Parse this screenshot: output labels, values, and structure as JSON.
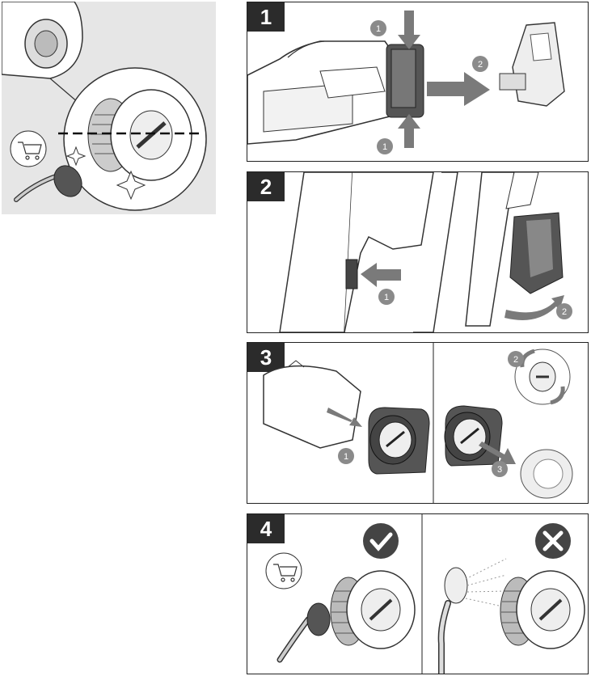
{
  "steps": [
    {
      "label": "1"
    },
    {
      "label": "2"
    },
    {
      "label": "3"
    },
    {
      "label": "4"
    }
  ],
  "callouts": {
    "s1": [
      "1",
      "1",
      "2"
    ],
    "s2": [
      "1",
      "2"
    ],
    "s3": [
      "1",
      "2",
      "3"
    ]
  },
  "icons": {
    "ok": "checkmark-icon",
    "not_ok": "cross-icon",
    "cart": "shopping-cart-icon"
  },
  "colors": {
    "badge": "#2b2b2b",
    "arrow": "#7a7a7a",
    "callout": "#8a8a8a",
    "intro_bg": "#e6e6e6"
  }
}
